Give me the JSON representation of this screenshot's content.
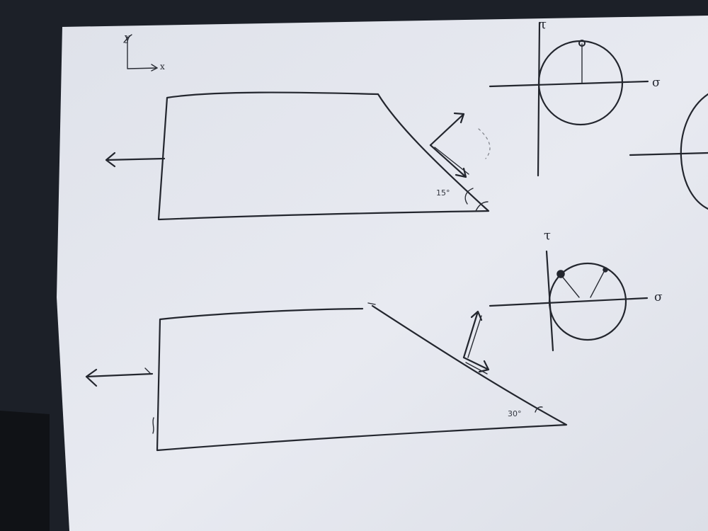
{
  "axes_key": {
    "y_label": "y",
    "x_label": "x"
  },
  "top_sketch": {
    "angle_label": "15°"
  },
  "bottom_sketch": {
    "angle_label": "30°"
  },
  "mohr_circle_1": {
    "tau_label": "τ",
    "sigma_label": "σ"
  },
  "mohr_circle_2": {
    "tau_label": "τ",
    "sigma_label": "σ"
  },
  "colors": {
    "paper": "#e6e8ef",
    "ink": "#23262e",
    "background": "#1c2028"
  }
}
